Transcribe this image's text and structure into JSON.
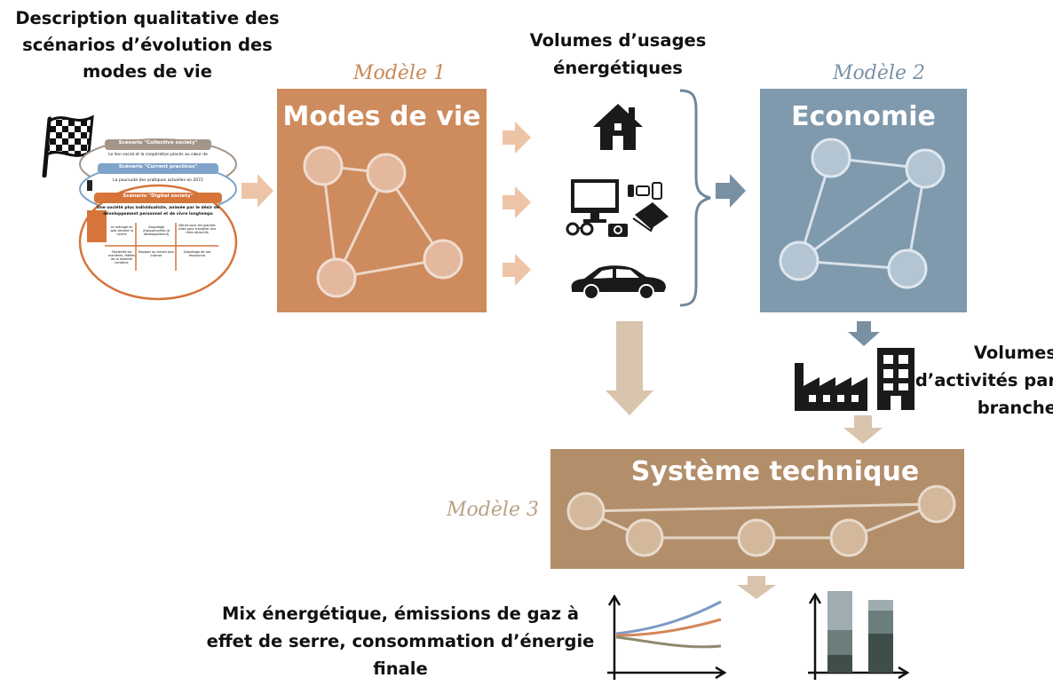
{
  "texts": {
    "description": "Description qualitative des scénarios d’évolution des modes de vie",
    "volumes_usages": "Volumes d’usages énergétiques",
    "volumes_activites": "Volumes d’activités par branche",
    "mix": "Mix énergétique, émissions de gaz à effet de serre, consommation d’énergie finale"
  },
  "models": {
    "m1": {
      "label": "Modèle 1",
      "title": "Modes de vie"
    },
    "m2": {
      "label": "Modèle 2",
      "title": "Economie"
    },
    "m3": {
      "label": "Modèle 3",
      "title": "Système technique"
    }
  },
  "scenario_cards": {
    "collective": "Scénario \"Collective society\"",
    "collective_sub": "Le lien social et la coopération placés au cœur de",
    "current": "Scénario \"Current practices\"",
    "current_sub": "La poursuite des pratiques actuelles en 2072",
    "digital": "Scénario \"Digital society\"",
    "digital_sub1": "Une société plus individualiste, animée par le désir de",
    "digital_sub2": "développement personnel et de vivre longtemps",
    "cells": [
      "Le ménage en solo devient la norme",
      "Gaspillage d'opportunités (à développement)",
      "Attrait pour les grandes villes pour travailler aux rôles attractifs",
      "Flexibilité les manières, fidèles de la mobilité lointaine",
      "Rapport au travail plus intense",
      "Gaspillage de ses ressources"
    ]
  },
  "colors": {
    "model1": "#cd8b5e",
    "model2": "#7f99ad",
    "model3": "#b38e6b",
    "arrow_orange": "#eec4a6",
    "arrow_blue": "#7990a3",
    "arrow_tan": "#d9c4ae"
  },
  "icons": [
    "checkered-flag-icon",
    "house-icon",
    "devices-icon",
    "car-icon",
    "factory-icon",
    "building-icon",
    "line-chart-icon",
    "stacked-bar-chart-icon"
  ]
}
